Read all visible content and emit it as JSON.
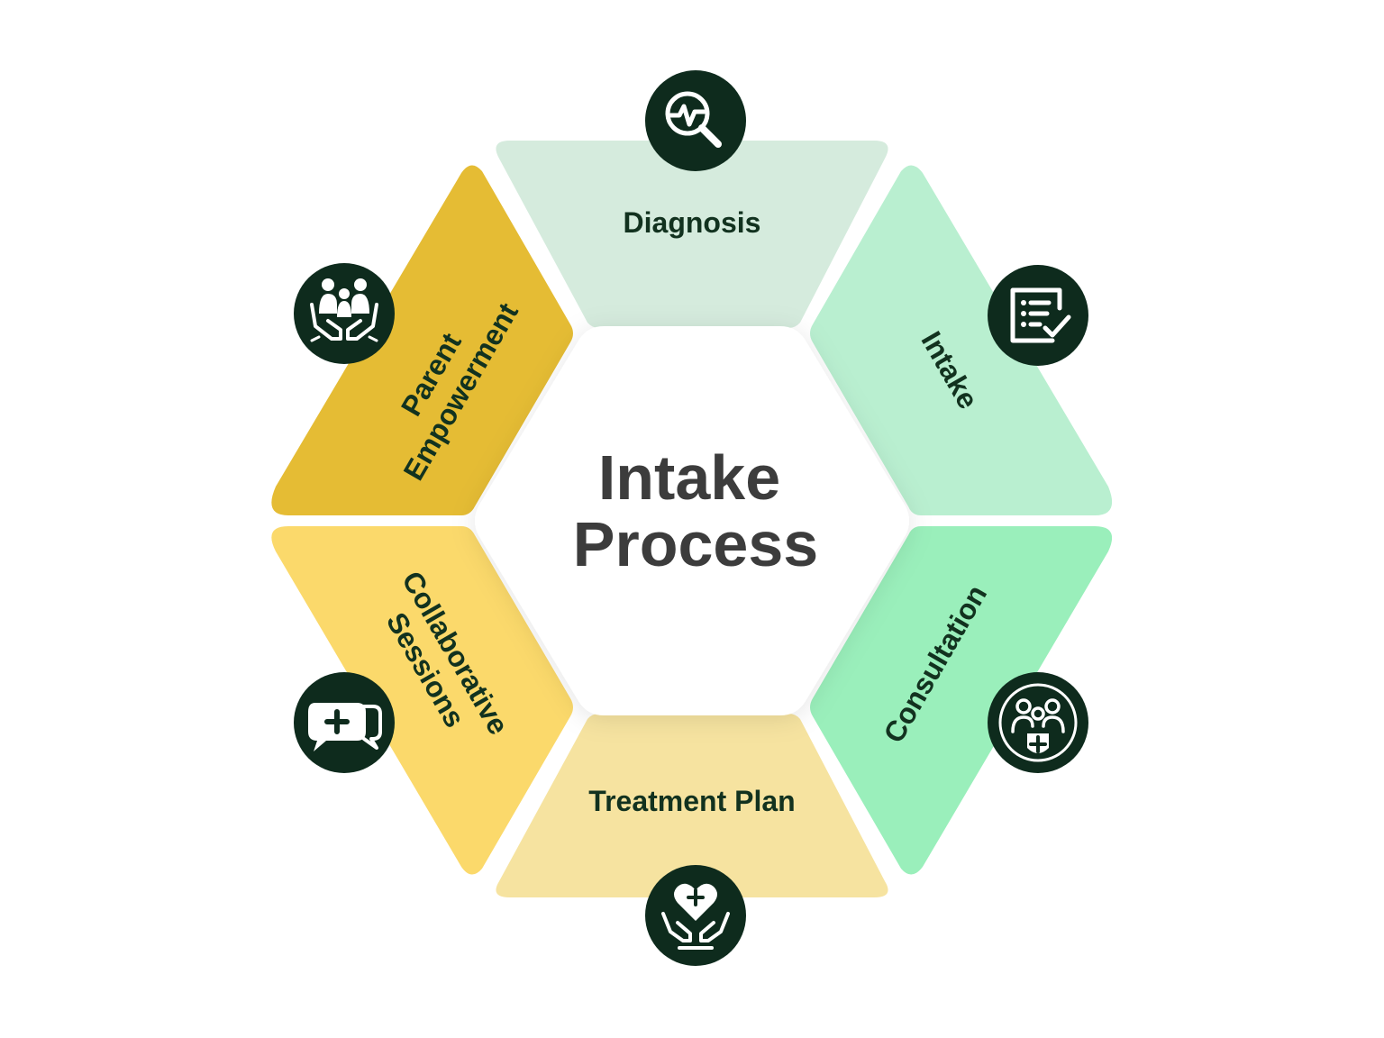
{
  "diagram": {
    "center_title_line1": "Intake",
    "center_title_line2": "Process",
    "segments": [
      {
        "id": "diagnosis",
        "label": "Diagnosis",
        "color": "#d5ebdd",
        "icon": "diagnosis-magnifier-pulse-icon"
      },
      {
        "id": "intake",
        "label": "Intake",
        "color": "#b9efd0",
        "icon": "intake-form-checklist-icon"
      },
      {
        "id": "consultation",
        "label": "Consultation",
        "color": "#9aefbb",
        "icon": "consultation-family-shield-icon"
      },
      {
        "id": "treatment-plan",
        "label": "Treatment Plan",
        "color": "#f6e3a0",
        "icon": "treatment-heart-hands-icon"
      },
      {
        "id": "collaborative-sessions",
        "label_line1": "Collaborative",
        "label_line2": "Sessions",
        "color": "#fbd96b",
        "icon": "collaborative-chat-bubbles-icon"
      },
      {
        "id": "parent-empowerment",
        "label_line1": "Parent",
        "label_line2": "Empowerment",
        "color": "#e5bc34",
        "icon": "parent-empowerment-family-hands-icon"
      }
    ],
    "icon_badge_color": "#0e2b1d",
    "label_color": "#12321f",
    "title_color": "#3c3c3c"
  }
}
